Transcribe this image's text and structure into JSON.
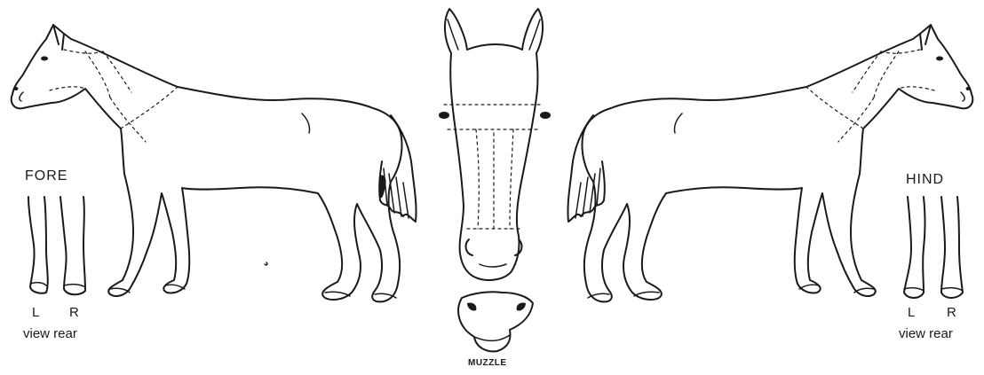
{
  "labels": {
    "fore": "FORE",
    "fore_left": "L",
    "fore_right": "R",
    "fore_view": "view rear",
    "hind": "HIND",
    "hind_left": "L",
    "hind_right": "R",
    "hind_view": "view rear",
    "muzzle": "MUZZLE"
  }
}
